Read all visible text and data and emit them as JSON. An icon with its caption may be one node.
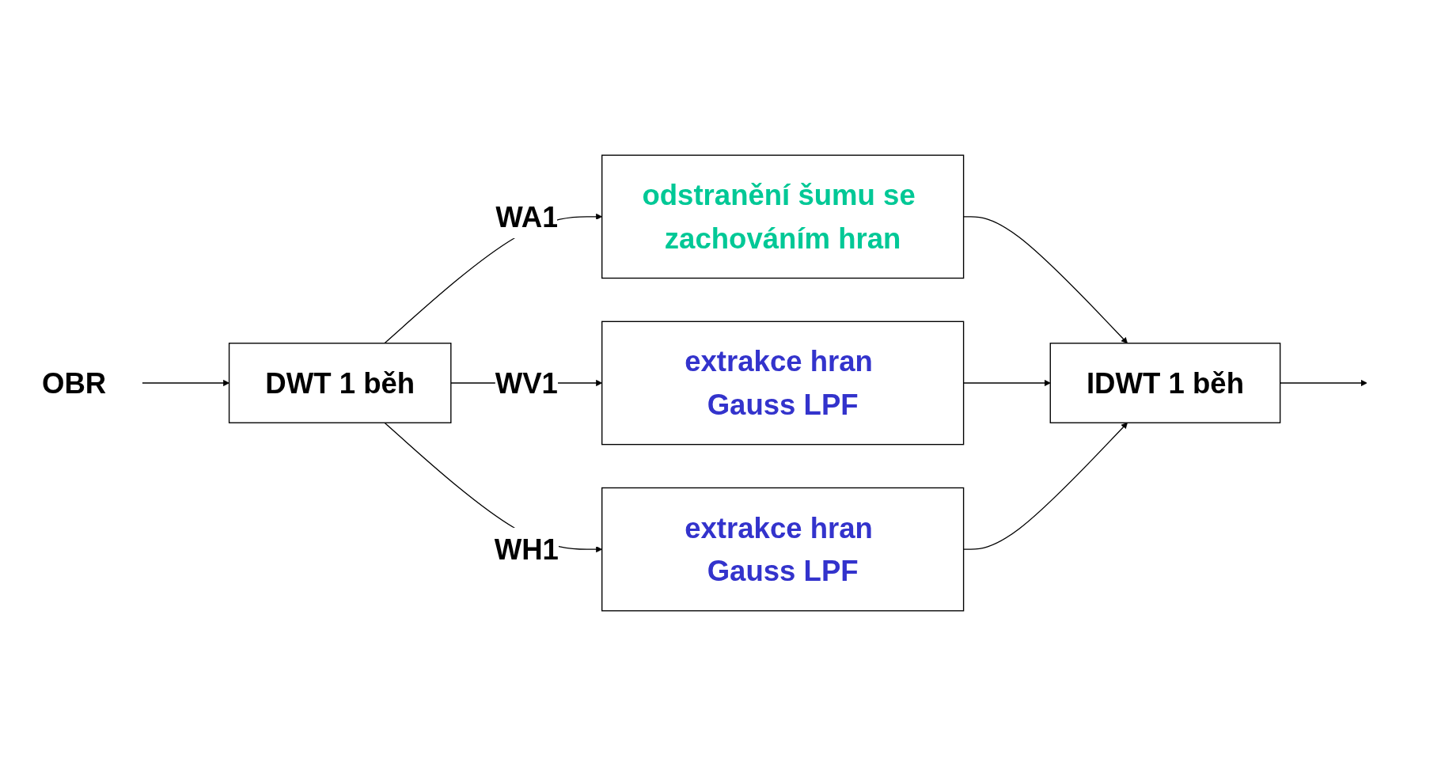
{
  "diagram": {
    "nodes": [
      {
        "text": [
          "OBR"
        ]
      },
      {
        "text": [
          "DWT 1 běh"
        ]
      },
      {
        "text": [
          "odstranění šumu se zachováním hran"
        ]
      },
      {
        "text": [
          "extrakce hran Gauss LPF"
        ]
      },
      {
        "text": [
          "extrakce hran Gauss LPF"
        ]
      },
      {
        "text": [
          "IDWT 1 běh"
        ]
      }
    ],
    "edges": [
      {
        "from": 0,
        "to": 1,
        "arrow": "to"
      },
      {
        "from": 1,
        "to": 2,
        "arrow": "to",
        "label": "WA1"
      },
      {
        "from": 1,
        "to": 3,
        "arrow": "to",
        "label": "WV1"
      },
      {
        "from": 1,
        "to": 4,
        "arrow": "to",
        "label": "WH1"
      },
      {
        "from": 2,
        "to": 5,
        "arrow": "to"
      },
      {
        "from": 3,
        "to": 5,
        "arrow": "to"
      },
      {
        "from": 4,
        "to": 5,
        "arrow": "to"
      },
      {
        "from": 5,
        "to": null,
        "arrow": "to"
      }
    ]
  }
}
